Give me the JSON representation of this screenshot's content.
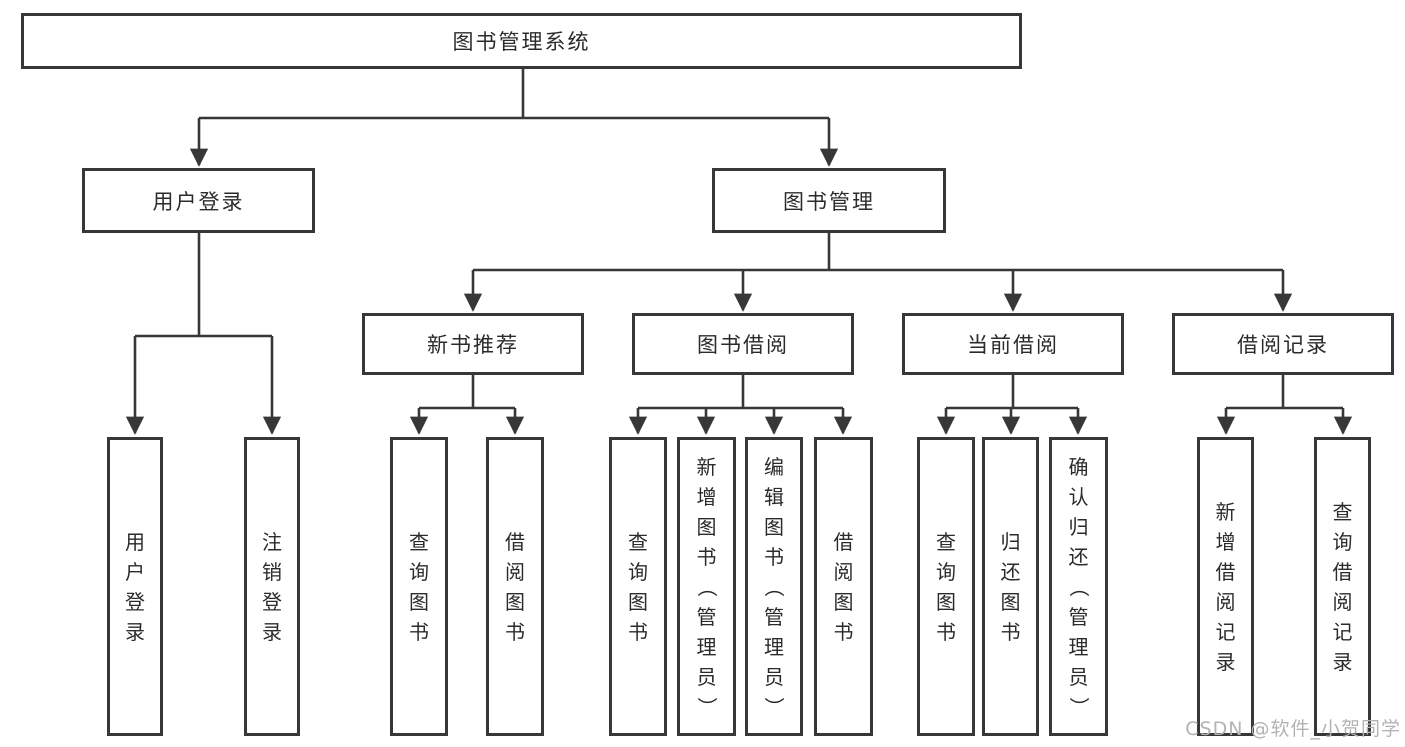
{
  "nodes": {
    "root": "图书管理系统",
    "user_login": "用户登录",
    "book_mgmt": "图书管理",
    "new_book_rec": "新书推荐",
    "book_borrow": "图书借阅",
    "current_borrow": "当前借阅",
    "borrow_records": "借阅记录",
    "leaf_ul_login": "用户登录",
    "leaf_ul_logout": "注销登录",
    "leaf_nbr_query": "查询图书",
    "leaf_nbr_borrow": "借阅图书",
    "leaf_bb_query": "查询图书",
    "leaf_bb_add": "新增图书（管理员）",
    "leaf_bb_edit": "编辑图书（管理员）",
    "leaf_bb_borrow": "借阅图书",
    "leaf_cb_query": "查询图书",
    "leaf_cb_return": "归还图书",
    "leaf_cb_confirm": "确认归还（管理员）",
    "leaf_br_add": "新增借阅记录",
    "leaf_br_query": "查询借阅记录"
  },
  "hierarchy": {
    "图书管理系统": {
      "用户登录": [
        "用户登录",
        "注销登录"
      ],
      "图书管理": {
        "新书推荐": [
          "查询图书",
          "借阅图书"
        ],
        "图书借阅": [
          "查询图书",
          "新增图书（管理员）",
          "编辑图书（管理员）",
          "借阅图书"
        ],
        "当前借阅": [
          "查询图书",
          "归还图书",
          "确认归还（管理员）"
        ],
        "借阅记录": [
          "新增借阅记录",
          "查询借阅记录"
        ]
      }
    }
  },
  "colors": {
    "line": "#373737",
    "text": "#2b2b2b",
    "watermark": "#b3b3b3"
  },
  "watermark": "CSDN @软件_小贺同学"
}
